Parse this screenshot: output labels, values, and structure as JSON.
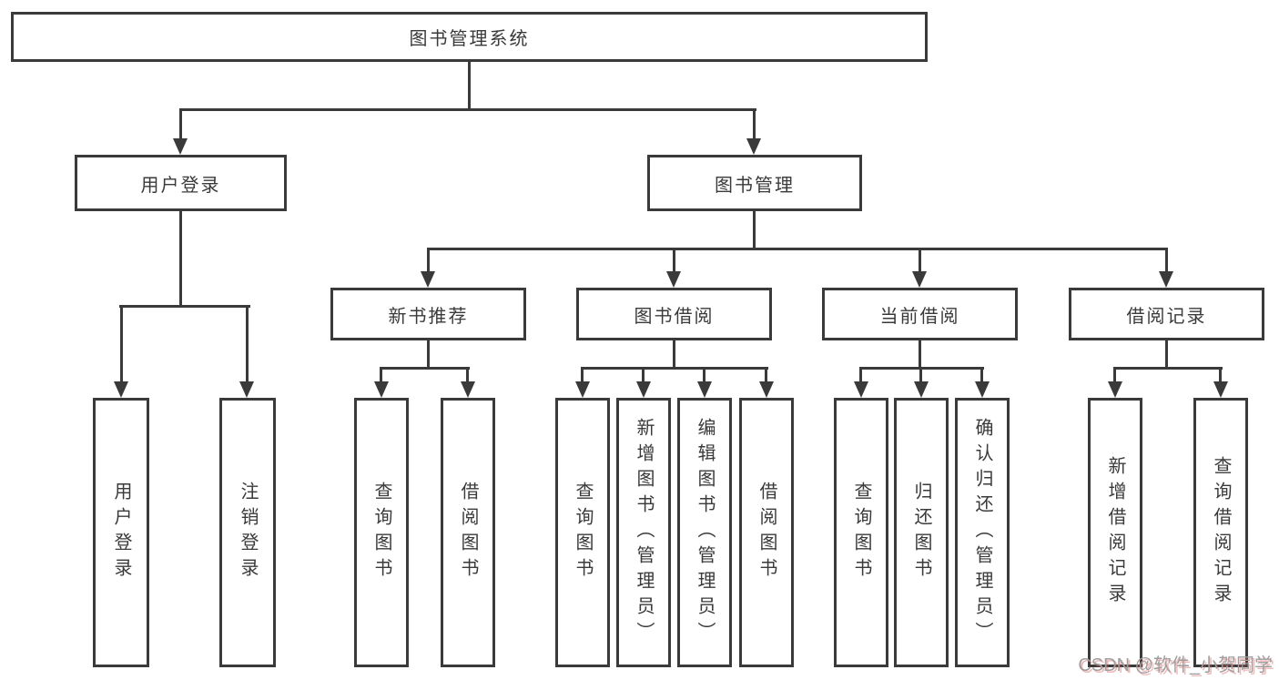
{
  "tree": {
    "label": "图书管理系统",
    "children": [
      {
        "label": "用户登录",
        "children": [
          {
            "label": "用户登录"
          },
          {
            "label": "注销登录"
          }
        ]
      },
      {
        "label": "图书管理",
        "children": [
          {
            "label": "新书推荐",
            "children": [
              {
                "label": "查询图书"
              },
              {
                "label": "借阅图书"
              }
            ]
          },
          {
            "label": "图书借阅",
            "children": [
              {
                "label": "查询图书"
              },
              {
                "label": "新增图书（管理员）"
              },
              {
                "label": "编辑图书（管理员）"
              },
              {
                "label": "借阅图书"
              }
            ]
          },
          {
            "label": "当前借阅",
            "children": [
              {
                "label": "查询图书"
              },
              {
                "label": "归还图书"
              },
              {
                "label": "确认归还（管理员）"
              }
            ]
          },
          {
            "label": "借阅记录",
            "children": [
              {
                "label": "新增借阅记录"
              },
              {
                "label": "查询借阅记录"
              }
            ]
          }
        ]
      }
    ]
  },
  "watermark": {
    "text": "CSDN @软件_小贺同学"
  },
  "colors": {
    "line": "#3a3a3a",
    "box_border": "#3a3a3a",
    "box_background": "#ffffff",
    "text": "#3a3a3a",
    "watermark_text": "#9e9e9e",
    "watermark_accent": "#d9534f",
    "page_background": "#ffffff"
  }
}
